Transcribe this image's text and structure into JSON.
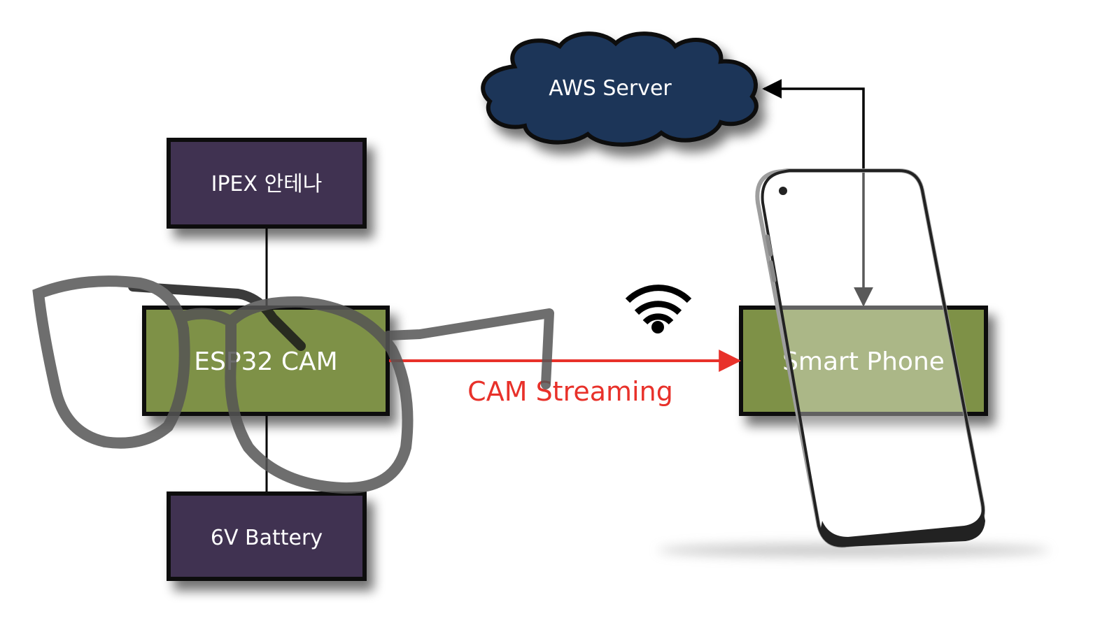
{
  "diagram": {
    "nodes": {
      "aws_server": {
        "label": "AWS Server",
        "fill": "#1f3659"
      },
      "ipex_antenna": {
        "label": "IPEX 안테나",
        "fill": "#3f3151"
      },
      "esp32_cam": {
        "label": "ESP32 CAM",
        "fill": "#7e9147"
      },
      "battery": {
        "label": "6V Battery",
        "fill": "#3f3151"
      },
      "smart_phone": {
        "label": "Smart Phone",
        "fill": "#7e9147"
      }
    },
    "edges": {
      "cam_streaming": {
        "label": "CAM Streaming",
        "color": "#e8312a"
      },
      "phone_server": {
        "label": "",
        "color": "#000000"
      }
    },
    "icons": {
      "wifi": "wifi-icon",
      "glasses": "eyeglasses-illustration",
      "phone": "smartphone-illustration"
    }
  }
}
